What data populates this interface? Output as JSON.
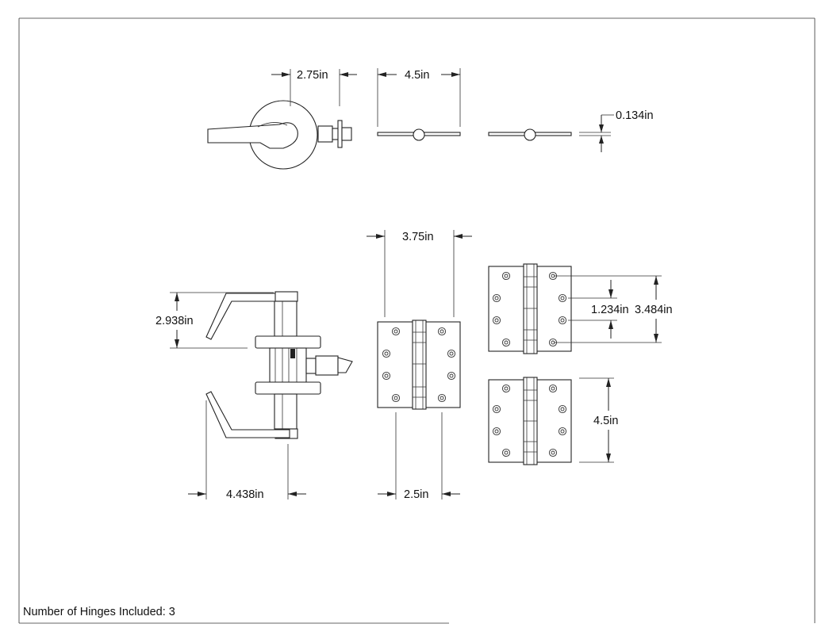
{
  "dimensions": {
    "lever_depth": "2.75in",
    "hinge_open_width": "4.5in",
    "hinge_thickness": "0.134in",
    "lever_height": "2.938in",
    "lever_length": "4.438in",
    "hinge_width": "3.75in",
    "hinge_leaf_width": "2.5in",
    "screw_spacing": "1.234in",
    "outer_screw_spacing": "3.484in",
    "hinge_height": "4.5in"
  },
  "note": {
    "label": "Number of Hinges Included:",
    "count": "3"
  },
  "colors": {
    "line": "#222222",
    "background": "#ffffff"
  }
}
